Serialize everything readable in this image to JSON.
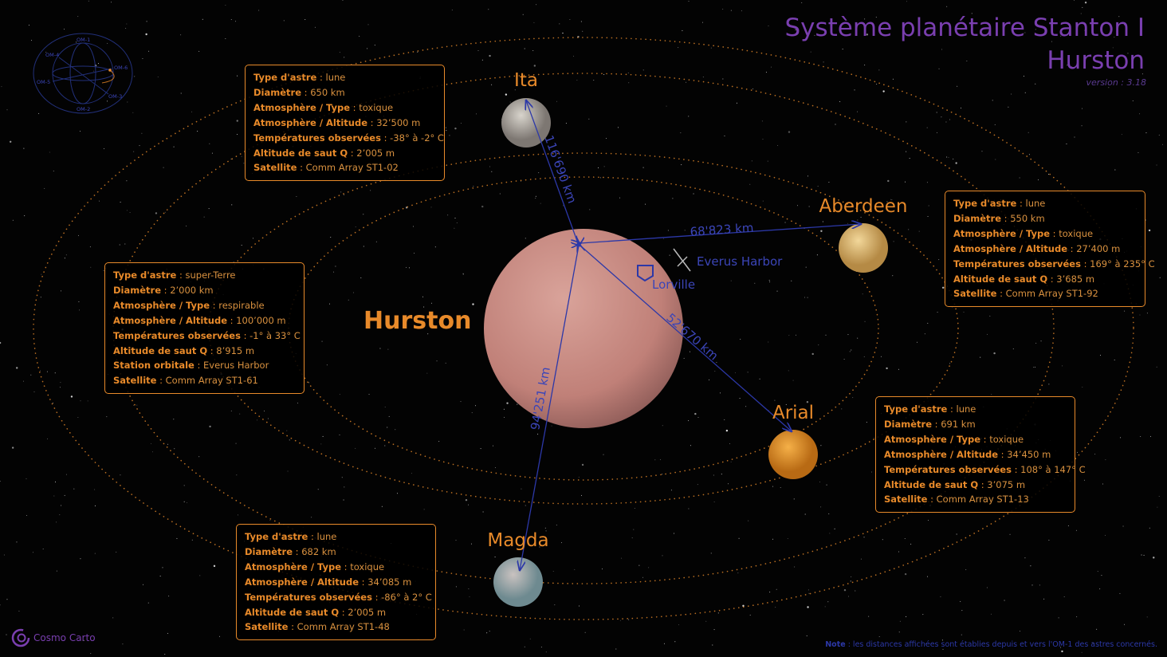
{
  "title": {
    "line1": "Système planétaire Stanton I",
    "line2": "Hurston",
    "version": "version : 3.18"
  },
  "minimap": {
    "labels": [
      "OM-1",
      "OM-2",
      "OM-3",
      "OM-4",
      "OM-5",
      "OM-6"
    ]
  },
  "planet": {
    "name": "Hurston",
    "info": [
      {
        "k": "Type d'astre",
        "v": "super-Terre"
      },
      {
        "k": "Diamètre",
        "v": "2’000 km"
      },
      {
        "k": "Atmosphère / Type",
        "v": "respirable"
      },
      {
        "k": "Atmosphère / Altitude",
        "v": "100’000 m"
      },
      {
        "k": "Températures observées",
        "v": "-1° à 33° C"
      },
      {
        "k": "Altitude de saut Q",
        "v": "8’915 m"
      },
      {
        "k": "Station orbitale",
        "v": "Everus Harbor"
      },
      {
        "k": "Satellite",
        "v": "Comm Array ST1-61"
      }
    ]
  },
  "moons": [
    {
      "name": "Ita",
      "distance": "116'690 km",
      "info": [
        {
          "k": "Type d'astre",
          "v": "lune"
        },
        {
          "k": "Diamètre",
          "v": "650 km"
        },
        {
          "k": "Atmosphère / Type",
          "v": "toxique"
        },
        {
          "k": "Atmosphère / Altitude",
          "v": "32’500 m"
        },
        {
          "k": "Températures observées",
          "v": "-38° à -2° C"
        },
        {
          "k": "Altitude de saut Q",
          "v": "2’005 m"
        },
        {
          "k": "Satellite",
          "v": "Comm Array ST1-02"
        }
      ]
    },
    {
      "name": "Aberdeen",
      "distance": "68'823 km",
      "info": [
        {
          "k": "Type d'astre",
          "v": "lune"
        },
        {
          "k": "Diamètre",
          "v": "550 km"
        },
        {
          "k": "Atmosphère / Type",
          "v": " toxique"
        },
        {
          "k": "Atmosphère / Altitude",
          "v": "27’400 m"
        },
        {
          "k": "Températures observées",
          "v": "169° à 235° C"
        },
        {
          "k": "Altitude de saut Q",
          "v": "3’685 m"
        },
        {
          "k": "Satellite",
          "v": "Comm Array ST1-92"
        }
      ]
    },
    {
      "name": "Arial",
      "distance": "52'670 km",
      "info": [
        {
          "k": "Type d'astre",
          "v": "lune"
        },
        {
          "k": "Diamètre",
          "v": "691 km"
        },
        {
          "k": "Atmosphère / Type",
          "v": " toxique"
        },
        {
          "k": "Atmosphère / Altitude",
          "v": "34’450 m"
        },
        {
          "k": "Températures observées",
          "v": "108° à 147° C"
        },
        {
          "k": "Altitude de saut Q",
          "v": "3’075 m"
        },
        {
          "k": "Satellite",
          "v": "Comm Array ST1-13"
        }
      ]
    },
    {
      "name": "Magda",
      "distance": "94'251 km",
      "info": [
        {
          "k": "Type d'astre",
          "v": "lune"
        },
        {
          "k": "Diamètre",
          "v": "682 km"
        },
        {
          "k": "Atmosphère / Type",
          "v": "toxique"
        },
        {
          "k": "Atmosphère / Altitude",
          "v": "34’085 m"
        },
        {
          "k": "Températures observées",
          "v": "-86° à 2° C"
        },
        {
          "k": "Altitude de saut Q",
          "v": "2’005 m"
        },
        {
          "k": "Satellite",
          "v": "Comm Array ST1-48"
        }
      ]
    }
  ],
  "markers": {
    "station": "Everus Harbor",
    "city": "Lorville"
  },
  "footer": {
    "brand": "Cosmo Carto",
    "note_label": "Note",
    "note_text": " : les distances affichées sont établies depuis et vers l'OM-1 des astres concernés."
  },
  "colors": {
    "accent": "#e88a2a",
    "title": "#7a3fb0",
    "lines": "#2c38a8"
  }
}
